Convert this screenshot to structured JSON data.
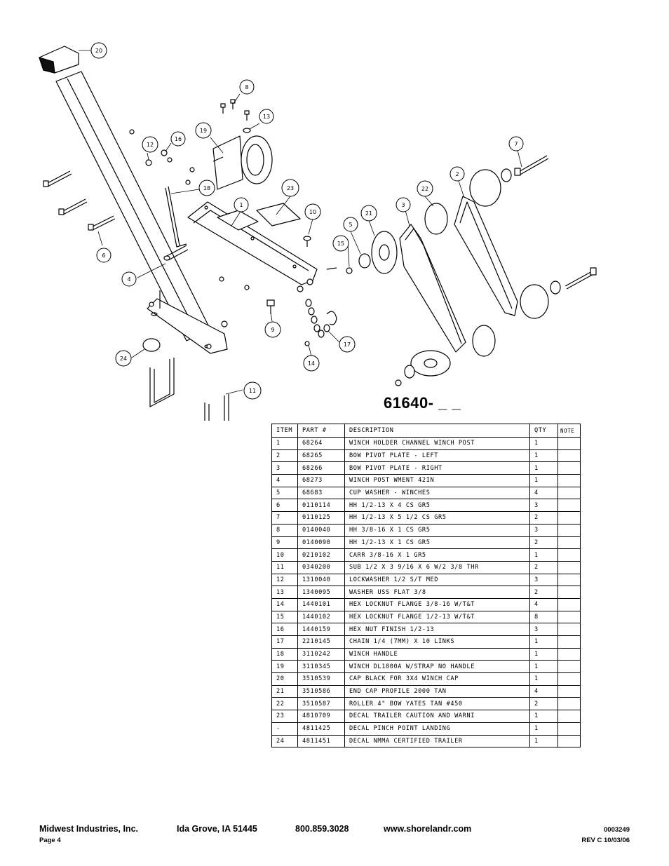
{
  "model_number": "61640- _ _",
  "callouts": [
    "20",
    "8",
    "13",
    "19",
    "16",
    "12",
    "7",
    "2",
    "23",
    "18",
    "22",
    "1",
    "10",
    "21",
    "3",
    "5",
    "15",
    "6",
    "4",
    "9",
    "17",
    "14",
    "24",
    "11"
  ],
  "parts_table": {
    "headers": {
      "item": "ITEM",
      "part": "PART #",
      "description": "DESCRIPTION",
      "qty": "QTY",
      "note": "NOTE"
    },
    "rows": [
      {
        "item": "1",
        "part": "68264",
        "description": "WINCH HOLDER CHANNEL WINCH POST",
        "qty": "1"
      },
      {
        "item": "2",
        "part": "68265",
        "description": "BOW PIVOT PLATE - LEFT",
        "qty": "1"
      },
      {
        "item": "3",
        "part": "68266",
        "description": "BOW PIVOT PLATE - RIGHT",
        "qty": "1"
      },
      {
        "item": "4",
        "part": "68273",
        "description": "WINCH POST WMENT 42IN",
        "qty": "1"
      },
      {
        "item": "5",
        "part": "68683",
        "description": "CUP WASHER - WINCHES",
        "qty": "4"
      },
      {
        "item": "6",
        "part": "0110114",
        "description": "HH 1/2-13 X 4 CS GR5",
        "qty": "3"
      },
      {
        "item": "7",
        "part": "0110125",
        "description": "HH 1/2-13 X 5 1/2 CS GR5",
        "qty": "2"
      },
      {
        "item": "8",
        "part": "0140040",
        "description": "HH 3/8-16 X 1 CS GR5",
        "qty": "3"
      },
      {
        "item": "9",
        "part": "0140090",
        "description": "HH 1/2-13 X 1 CS GR5",
        "qty": "2"
      },
      {
        "item": "10",
        "part": "0210102",
        "description": "CARR 3/8-16 X 1 GR5",
        "qty": "1"
      },
      {
        "item": "11",
        "part": "0340200",
        "description": "SUB 1/2 X 3 9/16 X 6 W/2 3/8 THR",
        "qty": "2"
      },
      {
        "item": "12",
        "part": "1310040",
        "description": "LOCKWASHER 1/2 S/T MED",
        "qty": "3"
      },
      {
        "item": "13",
        "part": "1340095",
        "description": "WASHER USS FLAT 3/8",
        "qty": "2"
      },
      {
        "item": "14",
        "part": "1440101",
        "description": "HEX LOCKNUT FLANGE 3/8-16 W/T&T",
        "qty": "4"
      },
      {
        "item": "15",
        "part": "1440102",
        "description": "HEX LOCKNUT FLANGE 1/2-13 W/T&T",
        "qty": "8"
      },
      {
        "item": "16",
        "part": "1440159",
        "description": "HEX NUT FINISH 1/2-13",
        "qty": "3"
      },
      {
        "item": "17",
        "part": "2210145",
        "description": "CHAIN 1/4 (7MM) X 10 LINKS",
        "qty": "1"
      },
      {
        "item": "18",
        "part": "3110242",
        "description": "WINCH HANDLE",
        "qty": "1"
      },
      {
        "item": "19",
        "part": "3110345",
        "description": "WINCH DL1800A W/STRAP  NO HANDLE",
        "qty": "1"
      },
      {
        "item": "20",
        "part": "3510539",
        "description": "CAP BLACK FOR 3X4 WINCH CAP",
        "qty": "1"
      },
      {
        "item": "21",
        "part": "3510586",
        "description": "END CAP PROFILE 2000 TAN",
        "qty": "4"
      },
      {
        "item": "22",
        "part": "3510587",
        "description": "ROLLER 4\" BOW YATES TAN #450",
        "qty": "2"
      },
      {
        "item": "23",
        "part": "4810709",
        "description": "DECAL TRAILER CAUTION AND WARNI",
        "qty": "1"
      },
      {
        "item": "-",
        "part": "4811425",
        "description": "DECAL PINCH POINT LANDING",
        "qty": "1"
      },
      {
        "item": "24",
        "part": "4811451",
        "description": " DECAL NMMA CERTIFIED TRAILER",
        "qty": "1"
      }
    ]
  },
  "footer": {
    "company": "Midwest Industries, Inc.",
    "location": "Ida Grove, IA  51445",
    "phone": "800.859.3028",
    "website": "www.shorelandr.com",
    "doc_number": "0003249",
    "page": "Page 4",
    "revision": "REV  C  10/03/06"
  }
}
